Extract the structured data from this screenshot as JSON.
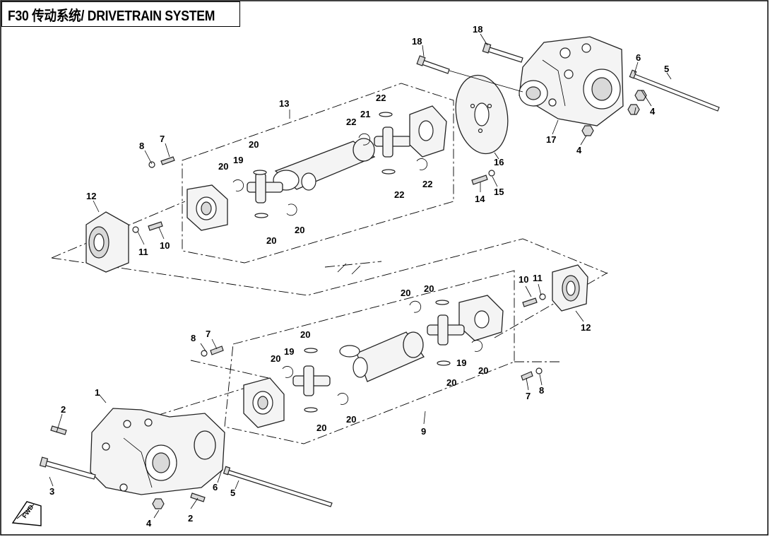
{
  "title": "F30 传动系统/ DRIVETRAIN SYSTEM",
  "orientation_label": "FWD",
  "callouts": {
    "c1": "1",
    "c2a": "2",
    "c2b": "2",
    "c3": "3",
    "c4a": "4",
    "c4b": "4",
    "c4c": "4",
    "c5a": "5",
    "c5b": "5",
    "c6a": "6",
    "c6b": "6",
    "c7a": "7",
    "c7b": "7",
    "c7c": "7",
    "c8a": "8",
    "c8b": "8",
    "c8c": "8",
    "c9": "9",
    "c10a": "10",
    "c10b": "10",
    "c11a": "11",
    "c11b": "11",
    "c12a": "12",
    "c12b": "12",
    "c13": "13",
    "c14": "14",
    "c15": "15",
    "c16": "16",
    "c17": "17",
    "c18a": "18",
    "c18b": "18",
    "c19a": "19",
    "c19b": "19",
    "c20a": "20",
    "c20b": "20",
    "c20c": "20",
    "c20d": "20",
    "c20e": "20",
    "c20f": "20",
    "c20g": "20",
    "c20h": "20",
    "c20i": "20",
    "c20j": "20",
    "c20k": "20",
    "c20l": "20",
    "c21": "21",
    "c22a": "22",
    "c22b": "22",
    "c22c": "22",
    "c22d": "22"
  }
}
